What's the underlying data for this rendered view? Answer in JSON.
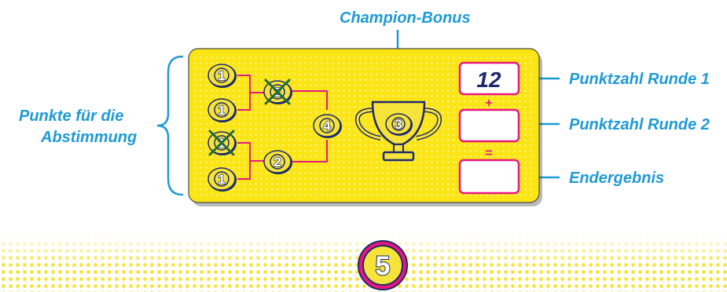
{
  "labels": {
    "champion_bonus": "Champion-Bonus",
    "votes_line1": "Punkte für die",
    "votes_line2": "Abstimmung",
    "round1": "Punktzahl Runde 1",
    "round2": "Punktzahl Runde 2",
    "final": "Endergebnis"
  },
  "bracket": {
    "left_tokens": [
      "1",
      "1",
      "1",
      "1"
    ],
    "left_crossed": [
      false,
      false,
      true,
      false
    ],
    "semi_tokens": [
      "2",
      "2"
    ],
    "semi_crossed": [
      true,
      false
    ],
    "final_token": "4",
    "trophy_token": "3"
  },
  "scorebox": {
    "round1_value": "12",
    "round2_value": "",
    "final_value": "",
    "plus_symbol": "+",
    "equals_symbol": "="
  },
  "page_number": "5",
  "colors": {
    "accent_blue": "#1e9ad6",
    "card_yellow": "#fbe514",
    "token_yellow": "#f6e33a",
    "pink": "#e8177f",
    "navy": "#1d2a6b",
    "dark_green": "#1f6b3a"
  }
}
